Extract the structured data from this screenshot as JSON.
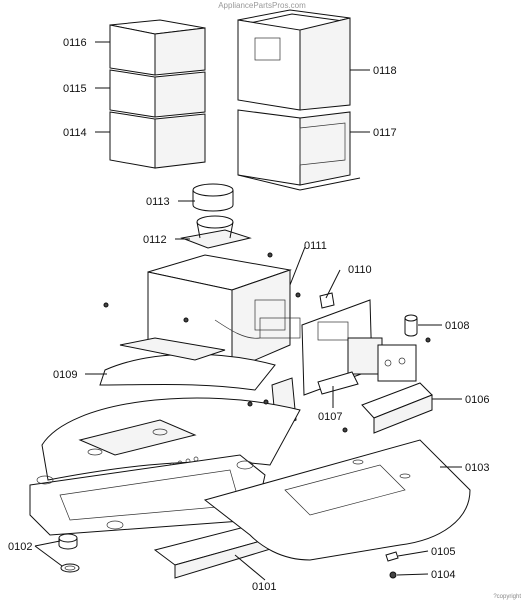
{
  "watermark": "AppliancePartsPros.com",
  "corner_note": "?copyright",
  "parts": [
    {
      "id": "0116"
    },
    {
      "id": "0115"
    },
    {
      "id": "0114"
    },
    {
      "id": "0118"
    },
    {
      "id": "0117"
    },
    {
      "id": "0113"
    },
    {
      "id": "0112"
    },
    {
      "id": "0111"
    },
    {
      "id": "0110"
    },
    {
      "id": "0108"
    },
    {
      "id": "0109"
    },
    {
      "id": "0107"
    },
    {
      "id": "0106"
    },
    {
      "id": "0103"
    },
    {
      "id": "0102"
    },
    {
      "id": "0105"
    },
    {
      "id": "0104"
    },
    {
      "id": "0101"
    }
  ]
}
